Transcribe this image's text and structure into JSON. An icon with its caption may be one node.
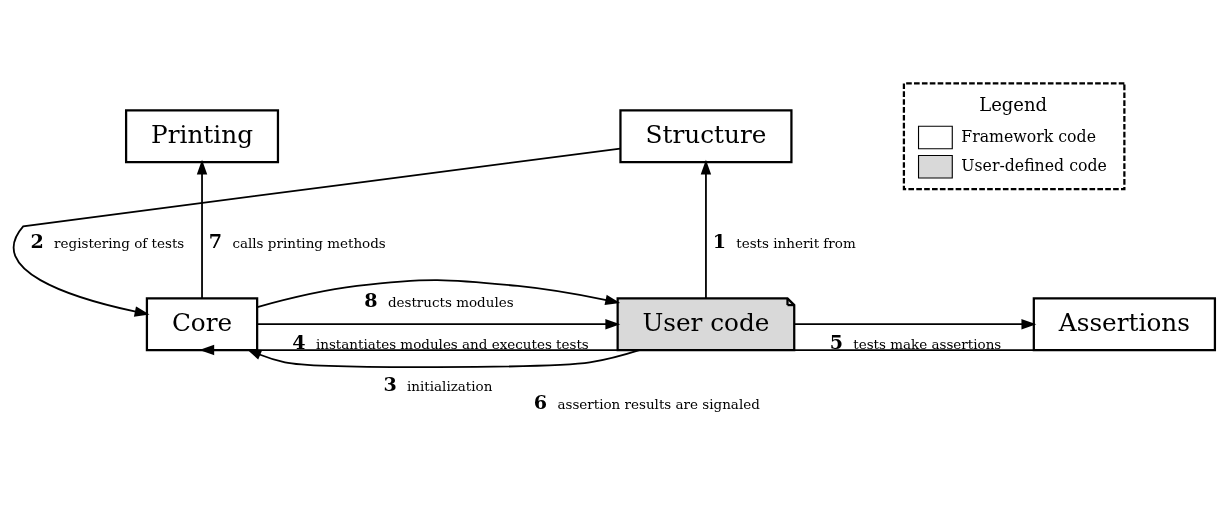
{
  "diagram": {
    "nodes": [
      {
        "text": [
          "Printing"
        ]
      },
      {
        "text": [
          "Structure"
        ]
      },
      {
        "text": [
          "Core"
        ]
      },
      {
        "text": [
          "User code"
        ]
      },
      {
        "text": [
          "Assertions"
        ]
      },
      {
        "text": [
          "Legend"
        ]
      }
    ],
    "edges": [
      {
        "from": 1,
        "to": 2,
        "arrow": "to",
        "label": "registering of tests"
      },
      {
        "from": 2,
        "to": 0,
        "arrow": "to",
        "label": "calls printing methods"
      },
      {
        "from": 2,
        "to": 3,
        "arrow": "to",
        "label": "instantiates modules and executes tests"
      },
      {
        "from": 3,
        "to": 1,
        "arrow": "to",
        "label": "tests inherit from"
      },
      {
        "from": 3,
        "to": 2,
        "arrow": "to",
        "label": "initialization"
      },
      {
        "from": 3,
        "to": 4,
        "arrow": "to",
        "label": "tests make assertions"
      },
      {
        "from": 2,
        "to": 3,
        "arrow": "to",
        "label": "destructs modules"
      },
      {
        "from": 4,
        "to": 2,
        "arrow": "to",
        "label": "assertion results are signaled"
      }
    ],
    "labels": [
      "2",
      "7",
      "4",
      "1",
      "3",
      "5",
      "8",
      "6"
    ],
    "legend": [
      {
        "text": "Framework code",
        "color": "#ffffff"
      },
      {
        "text": "User-defined code",
        "color": "#d9d9d9"
      }
    ]
  }
}
